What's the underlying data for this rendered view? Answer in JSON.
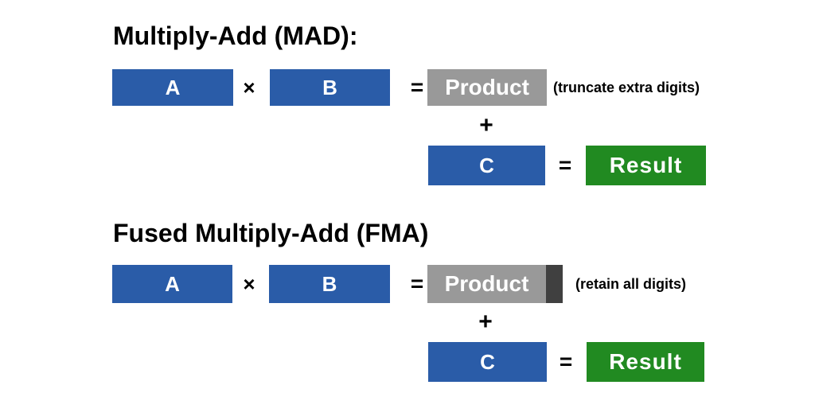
{
  "background": "#ffffff",
  "colors": {
    "operand_fill": "#2a5ca8",
    "product_fill": "#999999",
    "product_extension_fill": "#404040",
    "result_fill": "#218a21",
    "box_text": "#ffffff",
    "text": "#000000"
  },
  "mad": {
    "title": "Multiply-Add (MAD):",
    "a_label": "A",
    "multiply_sign": "×",
    "b_label": "B",
    "equals_sign": "=",
    "product_label": "Product",
    "note": "(truncate extra digits)",
    "plus_sign": "+",
    "c_label": "C",
    "equals_sign_2": "=",
    "result_label": "Result"
  },
  "fma": {
    "title": "Fused Multiply-Add (FMA)",
    "a_label": "A",
    "multiply_sign": "×",
    "b_label": "B",
    "equals_sign": "=",
    "product_label": "Product",
    "note": "(retain all digits)",
    "plus_sign": "+",
    "c_label": "C",
    "equals_sign_2": "=",
    "result_label": "Result"
  }
}
